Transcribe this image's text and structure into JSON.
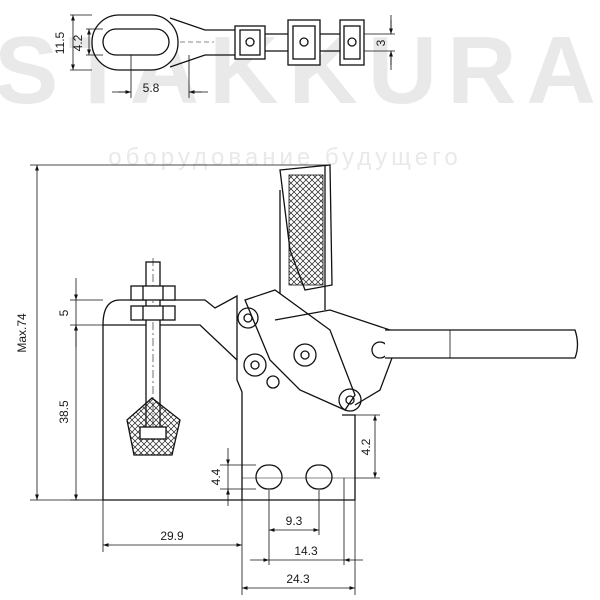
{
  "watermark": {
    "brand": "STAKKURA",
    "tagline": "оборудование будущего"
  },
  "dimensions": {
    "max_height": "Max.74",
    "slot_vertical": "4.4",
    "arm_height": "5",
    "base_height": "38.5",
    "base_width": "29.9",
    "hole_spacing": "9.3",
    "hole_span": "14.3",
    "base_depth": "24.3",
    "hole_edge_offset": "4.2",
    "lever_eye_height": "11.5",
    "lever_eye_slot": "4.2",
    "lever_eye_width": "5.8",
    "lever_thickness": "3"
  }
}
